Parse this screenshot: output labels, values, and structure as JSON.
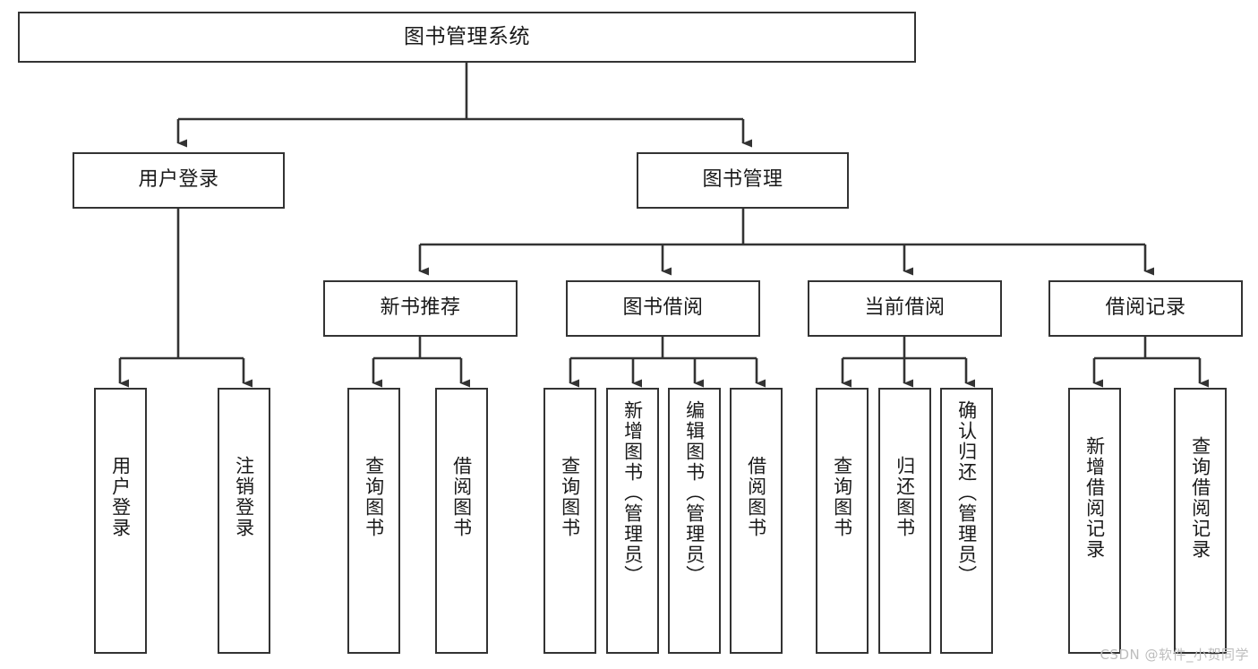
{
  "diagram": {
    "title": "图书管理系统",
    "type": "tree",
    "style": {
      "node_border_color": "#333333",
      "node_fill_color": "#ffffff",
      "edge_color": "#333333",
      "text_color": "#1a1a1a",
      "background_color": "#ffffff",
      "watermark_color": "#bdbdbd"
    },
    "root": {
      "label": "图书管理系统"
    },
    "level2": [
      {
        "label": "用户登录"
      },
      {
        "label": "图书管理"
      }
    ],
    "level3": [
      {
        "label": "新书推荐"
      },
      {
        "label": "图书借阅"
      },
      {
        "label": "当前借阅"
      },
      {
        "label": "借阅记录"
      }
    ],
    "leaves": {
      "user_login": [
        {
          "label": "用户登录"
        },
        {
          "label": "注销登录"
        }
      ],
      "new_book_recommend": [
        {
          "label": "查询图书"
        },
        {
          "label": "借阅图书"
        }
      ],
      "book_borrow": [
        {
          "label": "查询图书"
        },
        {
          "label": "新增图书（管理员）"
        },
        {
          "label": "编辑图书（管理员）"
        },
        {
          "label": "借阅图书"
        }
      ],
      "current_borrow": [
        {
          "label": "查询图书"
        },
        {
          "label": "归还图书"
        },
        {
          "label": "确认归还（管理员）"
        }
      ],
      "borrow_record": [
        {
          "label": "新增借阅记录"
        },
        {
          "label": "查询借阅记录"
        }
      ]
    }
  },
  "watermark": {
    "text": "CSDN @软件_小贺同学"
  }
}
